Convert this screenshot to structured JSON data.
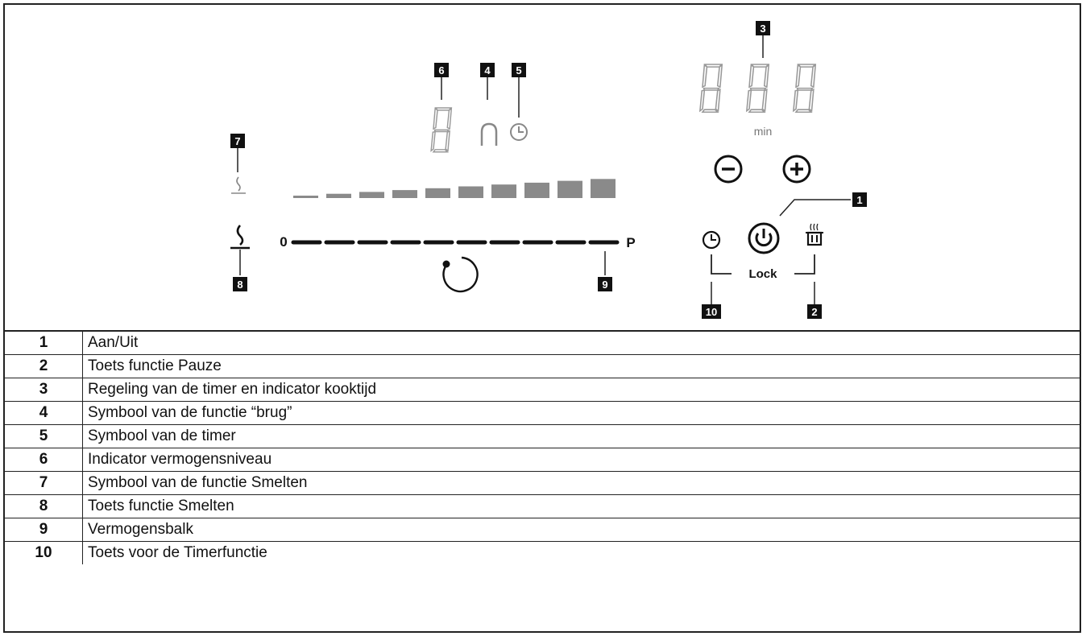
{
  "callouts": {
    "c1": "1",
    "c2": "2",
    "c3": "3",
    "c4": "4",
    "c5": "5",
    "c6": "6",
    "c7": "7",
    "c8": "8",
    "c9": "9",
    "c10": "10"
  },
  "display": {
    "min_label": "min",
    "lock_label": "Lock",
    "bar_start": "0",
    "bar_end": "P"
  },
  "power_levels": 10,
  "legend": [
    {
      "num": "1",
      "text": "Aan/Uit"
    },
    {
      "num": "2",
      "text": "Toets functie Pauze"
    },
    {
      "num": "3",
      "text": "Regeling van de timer en indicator kooktijd"
    },
    {
      "num": "4",
      "text": "Symbool van de functie “brug”"
    },
    {
      "num": "5",
      "text": "Symbool van de timer"
    },
    {
      "num": "6",
      "text": "Indicator vermogensniveau"
    },
    {
      "num": "7",
      "text": "Symbool van de functie Smelten"
    },
    {
      "num": "8",
      "text": "Toets functie Smelten"
    },
    {
      "num": "9",
      "text": "Vermogensbalk"
    },
    {
      "num": "10",
      "text": "Toets voor de Timerfunctie"
    }
  ]
}
